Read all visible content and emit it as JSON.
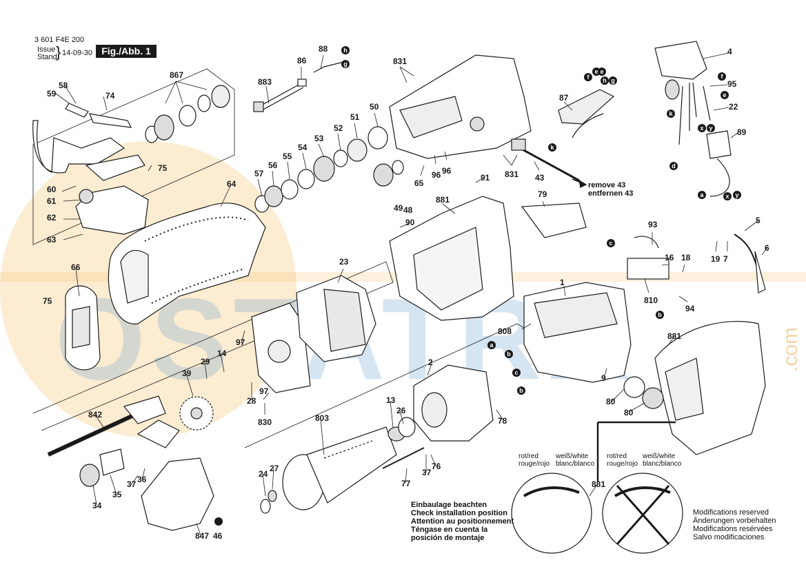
{
  "header": {
    "doc_number": "3 601 F4E 200",
    "issue_label": "Issue",
    "stand_label": "Stand",
    "date": "14-09-30",
    "figure_label": "Fig./Abb. 1"
  },
  "watermark": {
    "text": "OSTATRA",
    "suffix": ".com"
  },
  "part_labels": [
    "867",
    "58",
    "59",
    "74",
    "75",
    "60",
    "61",
    "62",
    "63",
    "66",
    "75",
    "64",
    "883",
    "86",
    "88",
    "57",
    "56",
    "55",
    "54",
    "53",
    "52",
    "51",
    "50",
    "831",
    "65",
    "96",
    "96",
    "91",
    "831",
    "43",
    "49",
    "48",
    "881",
    "90",
    "87",
    "4",
    "95",
    "22",
    "89",
    "79",
    "93",
    "16",
    "18",
    "810",
    "94",
    "5",
    "19",
    "7",
    "6",
    "1",
    "23",
    "97",
    "29",
    "14",
    "39",
    "97",
    "28",
    "830",
    "808",
    "2",
    "9",
    "881",
    "80",
    "80",
    "842",
    "13",
    "26",
    "803",
    "78",
    "35",
    "37",
    "36",
    "34",
    "24",
    "27",
    "77",
    "37",
    "76",
    "847",
    "46",
    "881"
  ],
  "callout_letters": [
    "h",
    "g",
    "e",
    "h",
    "g",
    "f",
    "e",
    "k",
    "k",
    "f",
    "e",
    "d",
    "x",
    "y",
    "a",
    "x",
    "y",
    "c",
    "b",
    "a",
    "b",
    "c",
    "b"
  ],
  "remove_note": {
    "line1": "remove 43",
    "line2": "entfernen 43"
  },
  "install_note": {
    "lines": [
      "Einbaulage beachten",
      "Check installation position",
      "Attention au positionnement",
      "Téngase en cuenta la",
      "posición de montaje"
    ]
  },
  "wire_captions": {
    "left": {
      "col1": [
        "rot/red",
        "rouge/rojo"
      ],
      "col2": [
        "weiß/white",
        "blanc/blanco"
      ]
    },
    "right": {
      "col1": [
        "rot/red",
        "rouge/rojo"
      ],
      "col2": [
        "weiß/white",
        "blanc/blanco"
      ]
    }
  },
  "modifications": {
    "lines": [
      "Modifications reserved",
      "Änderungen vorbehalten",
      "Modifications resérvées",
      "Salvo modificaciones"
    ]
  },
  "colors": {
    "ink": "#1a1a1a",
    "watermark_blue": "#69a0cd",
    "watermark_orange": "#ebaa50",
    "badge": "#1a1a1a"
  }
}
